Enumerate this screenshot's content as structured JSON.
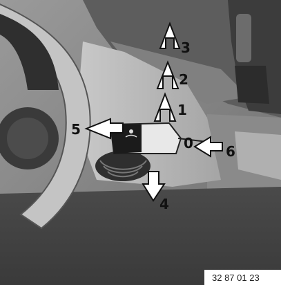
{
  "figure": {
    "callouts": {
      "c1": "1",
      "c2": "2",
      "c3": "3",
      "c4": "4",
      "c5": "5",
      "c6": "6",
      "c0": "0"
    },
    "reference_code": "32 87 01 23"
  }
}
